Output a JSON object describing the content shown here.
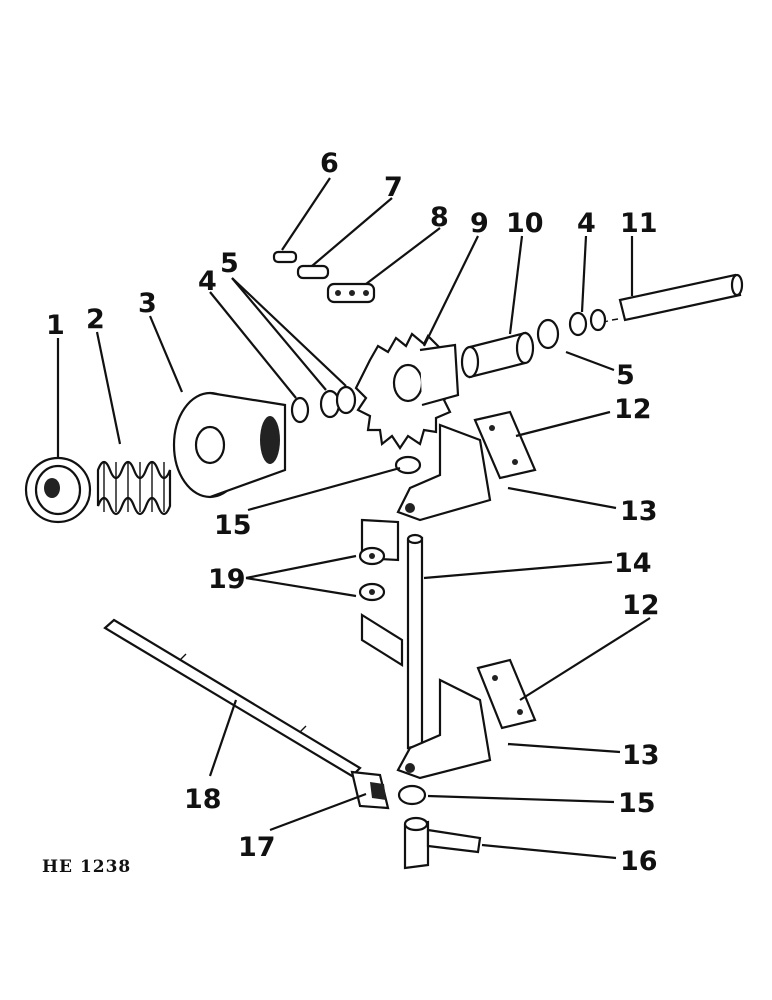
{
  "figure_code": "HE 1238",
  "callouts": [
    {
      "id": "c1",
      "text": "1"
    },
    {
      "id": "c2",
      "text": "2"
    },
    {
      "id": "c3",
      "text": "3"
    },
    {
      "id": "c4a",
      "text": "4"
    },
    {
      "id": "c5a",
      "text": "5"
    },
    {
      "id": "c6",
      "text": "6"
    },
    {
      "id": "c7",
      "text": "7"
    },
    {
      "id": "c8",
      "text": "8"
    },
    {
      "id": "c9",
      "text": "9"
    },
    {
      "id": "c10",
      "text": "10"
    },
    {
      "id": "c4b",
      "text": "4"
    },
    {
      "id": "c11",
      "text": "11"
    },
    {
      "id": "c5b",
      "text": "5"
    },
    {
      "id": "c12a",
      "text": "12"
    },
    {
      "id": "c13a",
      "text": "13"
    },
    {
      "id": "c15a",
      "text": "15"
    },
    {
      "id": "c14",
      "text": "14"
    },
    {
      "id": "c19",
      "text": "19"
    },
    {
      "id": "c12b",
      "text": "12"
    },
    {
      "id": "c13b",
      "text": "13"
    },
    {
      "id": "c18",
      "text": "18"
    },
    {
      "id": "c15b",
      "text": "15"
    },
    {
      "id": "c17",
      "text": "17"
    },
    {
      "id": "c16",
      "text": "16"
    }
  ]
}
